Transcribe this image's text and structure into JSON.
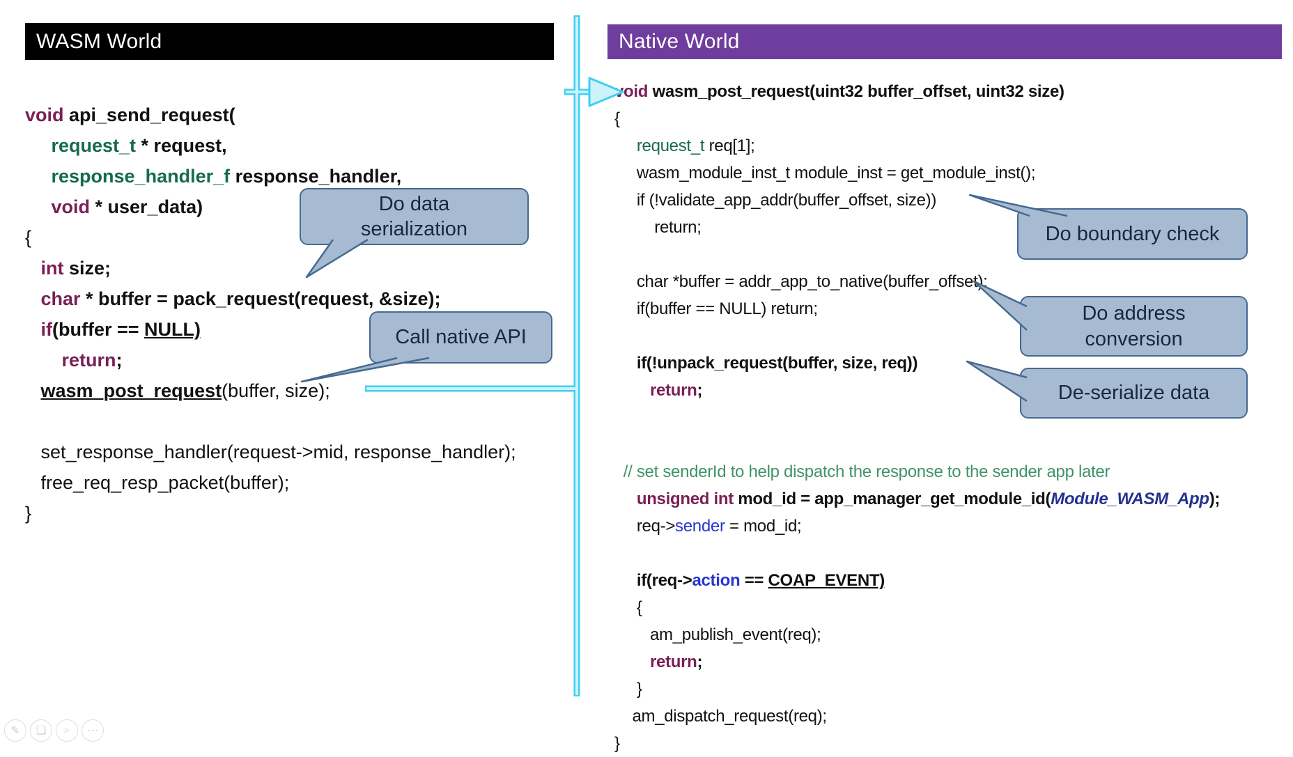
{
  "slide": {
    "wasm_panel": {
      "title": "WASM World"
    },
    "native_panel": {
      "title": "Native World"
    }
  },
  "colors": {
    "wasm_header_bg": "#000000",
    "native_header_bg": "#6f3d9e",
    "keyword": "#7a1f55",
    "type_green": "#166b4d",
    "comment_green": "#40926a",
    "identifier_blue": "#2936cf",
    "module_navy": "#253191",
    "callout_fill": "#a6bbd1",
    "callout_border": "#46698f",
    "connector_cyan": "#3fd0ef"
  },
  "callouts": {
    "serialization": {
      "text": "Do data\nserialization"
    },
    "call_native": {
      "text": "Call native API"
    },
    "boundary": {
      "text": "Do boundary check"
    },
    "address": {
      "text": "Do address\nconversion"
    },
    "deserialize": {
      "text": "De-serialize data"
    }
  },
  "wasm_code": {
    "lines": [
      [
        {
          "c": "k",
          "t": "void"
        },
        {
          "c": "b",
          "t": " api_send_request("
        }
      ],
      [
        {
          "c": "t",
          "t": "     request_t"
        },
        {
          "c": "b",
          "t": " * request,"
        }
      ],
      [
        {
          "c": "t",
          "t": "     response_handler_f"
        },
        {
          "c": "b",
          "t": " response_handler,"
        }
      ],
      [
        {
          "c": "k",
          "t": "     void"
        },
        {
          "c": "b",
          "t": " * user_data)"
        }
      ],
      [
        {
          "c": "n",
          "t": "{"
        }
      ],
      [
        {
          "c": "k",
          "t": "   int"
        },
        {
          "c": "b",
          "t": " size;"
        }
      ],
      [
        {
          "c": "k",
          "t": "   char"
        },
        {
          "c": "b",
          "t": " * buffer = pack_request(request, &size);"
        }
      ],
      [
        {
          "c": "k",
          "t": "   if"
        },
        {
          "c": "b",
          "t": "(buffer == "
        },
        {
          "c": "u",
          "t": "NULL)"
        }
      ],
      [
        {
          "c": "k",
          "t": "       return"
        },
        {
          "c": "b",
          "t": ";"
        }
      ],
      [
        {
          "c": "n",
          "t": "   "
        },
        {
          "c": "u",
          "t": "wasm_post_request"
        },
        {
          "c": "n",
          "t": "(buffer, size);"
        }
      ],
      [],
      [
        {
          "c": "n",
          "t": "   set_response_handler(request->mid, response_handler);"
        }
      ],
      [
        {
          "c": "n",
          "t": "   free_req_resp_packet(buffer);"
        }
      ],
      [
        {
          "c": "n",
          "t": "}"
        }
      ]
    ]
  },
  "native_code": {
    "lines": [
      [
        {
          "c": "k",
          "t": "void"
        },
        {
          "c": "b",
          "t": " wasm_post_request(uint32 buffer_offset, uint32 size)"
        }
      ],
      [
        {
          "c": "n",
          "t": "{"
        }
      ],
      [
        {
          "c": "g",
          "t": "     request_t"
        },
        {
          "c": "n",
          "t": " req[1];"
        }
      ],
      [
        {
          "c": "n",
          "t": "     wasm_module_inst_t module_inst = get_module_inst();"
        }
      ],
      [
        {
          "c": "n",
          "t": "     if (!validate_app_addr(buffer_offset, size))"
        }
      ],
      [
        {
          "c": "n",
          "t": "         return;"
        }
      ],
      [],
      [
        {
          "c": "n",
          "t": "     char *buffer = addr_app_to_native(buffer_offset);"
        }
      ],
      [
        {
          "c": "n",
          "t": "     if(buffer == NULL) return;"
        }
      ],
      [],
      [
        {
          "c": "b",
          "t": "     if(!unpack_request(buffer, size, req))"
        }
      ],
      [
        {
          "c": "k",
          "t": "        return"
        },
        {
          "c": "b",
          "t": ";"
        }
      ],
      [],
      [],
      [
        {
          "c": "c",
          "t": "  // set senderId to help dispatch the response to the sender app later"
        }
      ],
      [
        {
          "c": "k",
          "t": "     unsigned int"
        },
        {
          "c": "b",
          "t": " mod_id = app_manager_get_module_id("
        },
        {
          "c": "bib",
          "t": "Module_WASM_App"
        },
        {
          "c": "b",
          "t": ");"
        }
      ],
      [
        {
          "c": "n",
          "t": "     req->"
        },
        {
          "c": "bl",
          "t": "sender"
        },
        {
          "c": "n",
          "t": " = mod_id;"
        }
      ],
      [],
      [
        {
          "c": "b",
          "t": "     if(req->"
        },
        {
          "c": "blb",
          "t": "action"
        },
        {
          "c": "b",
          "t": " == "
        },
        {
          "c": "u",
          "t": "COAP_EVENT)"
        }
      ],
      [
        {
          "c": "n",
          "t": "     {"
        }
      ],
      [
        {
          "c": "n",
          "t": "        am_publish_event(req);"
        }
      ],
      [
        {
          "c": "k",
          "t": "        return"
        },
        {
          "c": "b",
          "t": ";"
        }
      ],
      [
        {
          "c": "n",
          "t": "     }"
        }
      ],
      [
        {
          "c": "n",
          "t": "    am_dispatch_request(req);"
        }
      ],
      [
        {
          "c": "n",
          "t": "}"
        }
      ]
    ]
  },
  "presenter_toolbar": {
    "icons": [
      {
        "name": "pen-icon",
        "glyph": "✎"
      },
      {
        "name": "highlighter-icon",
        "glyph": "❏"
      },
      {
        "name": "magnifier-icon",
        "glyph": "⌕"
      },
      {
        "name": "more-icon",
        "glyph": "⋯"
      }
    ]
  }
}
